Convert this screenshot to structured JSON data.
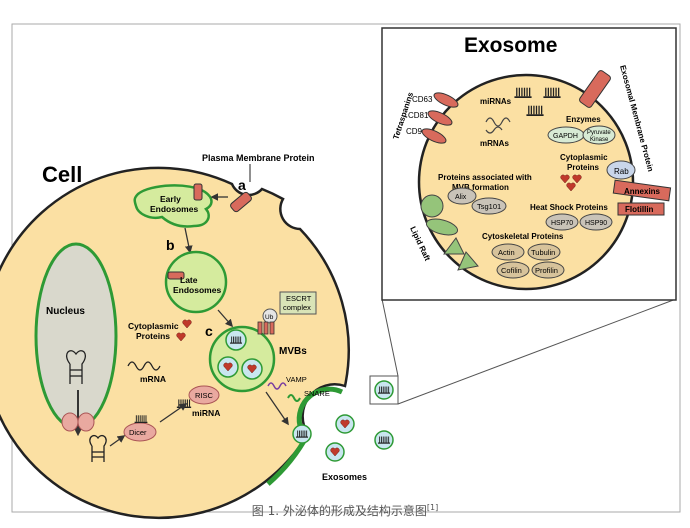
{
  "cell": {
    "title": "Cell",
    "plasma_membrane_protein": "Plasma Membrane Protein",
    "early_endosomes_line1": "Early",
    "early_endosomes_line2": "Endosomes",
    "late_endosomes_line1": "Late",
    "late_endosomes_line2": "Endosomes",
    "step_a": "a",
    "step_b": "b",
    "step_c": "c",
    "nucleus": "Nucleus",
    "cytoplasmic_proteins_line1": "Cytoplasmic",
    "cytoplasmic_proteins_line2": "Proteins",
    "mrna": "mRNA",
    "escrt_line1": "ESCRT",
    "escrt_line2": "complex",
    "ub": "Ub",
    "mvbs": "MVBs",
    "vamp": "VAMP",
    "snare": "SNARE",
    "risc": "RISC",
    "mirna": "miRNA",
    "dicer": "Dicer",
    "exosomes": "Exosomes"
  },
  "exosome_panel": {
    "title": "Exosome",
    "tetraspanins": "Tetraspanins",
    "cd63": "CD63",
    "cd81": "CD81",
    "cd9": "CD9",
    "mirnas": "miRNAs",
    "mrnas": "mRNAs",
    "enzymes": "Enzymes",
    "gapdh": "GAPDH",
    "pyruvate_line1": "Pyruvate",
    "pyruvate_line2": "Kinase",
    "membrane_protein": "Exosomal Membrane Protein",
    "cytoplasmic_line1": "Cytoplasmic",
    "cytoplasmic_line2": "Proteins",
    "rab": "Rab",
    "mvb_proteins_line1": "Proteins associated with",
    "mvb_proteins_line2": "MVB formation",
    "alix": "Alix",
    "tsg101": "Tsg101",
    "annexins": "Annexins",
    "flotillin": "Flotillin",
    "heat_shock": "Heat Shock Proteins",
    "hsp70": "HSP70",
    "hsp90": "HSP90",
    "lipid_raft": "Lipid Raft",
    "cytoskeletal": "Cytoskeletal Proteins",
    "actin": "Actin",
    "tubulin": "Tubulin",
    "cofilin": "Cofilin",
    "profilin": "Profilin"
  },
  "caption": {
    "text": "图 1.  外泌体的形成及结构示意图",
    "ref": "[1]"
  },
  "colors": {
    "cytoplasm": "#fbe0a3",
    "membrane_green": "#2e9a35",
    "endosome_green": "#d5eb9e",
    "protein_red": "#d86a5c",
    "heart_red": "#c0392b",
    "lipid_green": "#95c47a",
    "oval_grey": "#c9c3b8",
    "oval_tan": "#d7c39b",
    "nucleus_grey": "#d9d8cc"
  }
}
